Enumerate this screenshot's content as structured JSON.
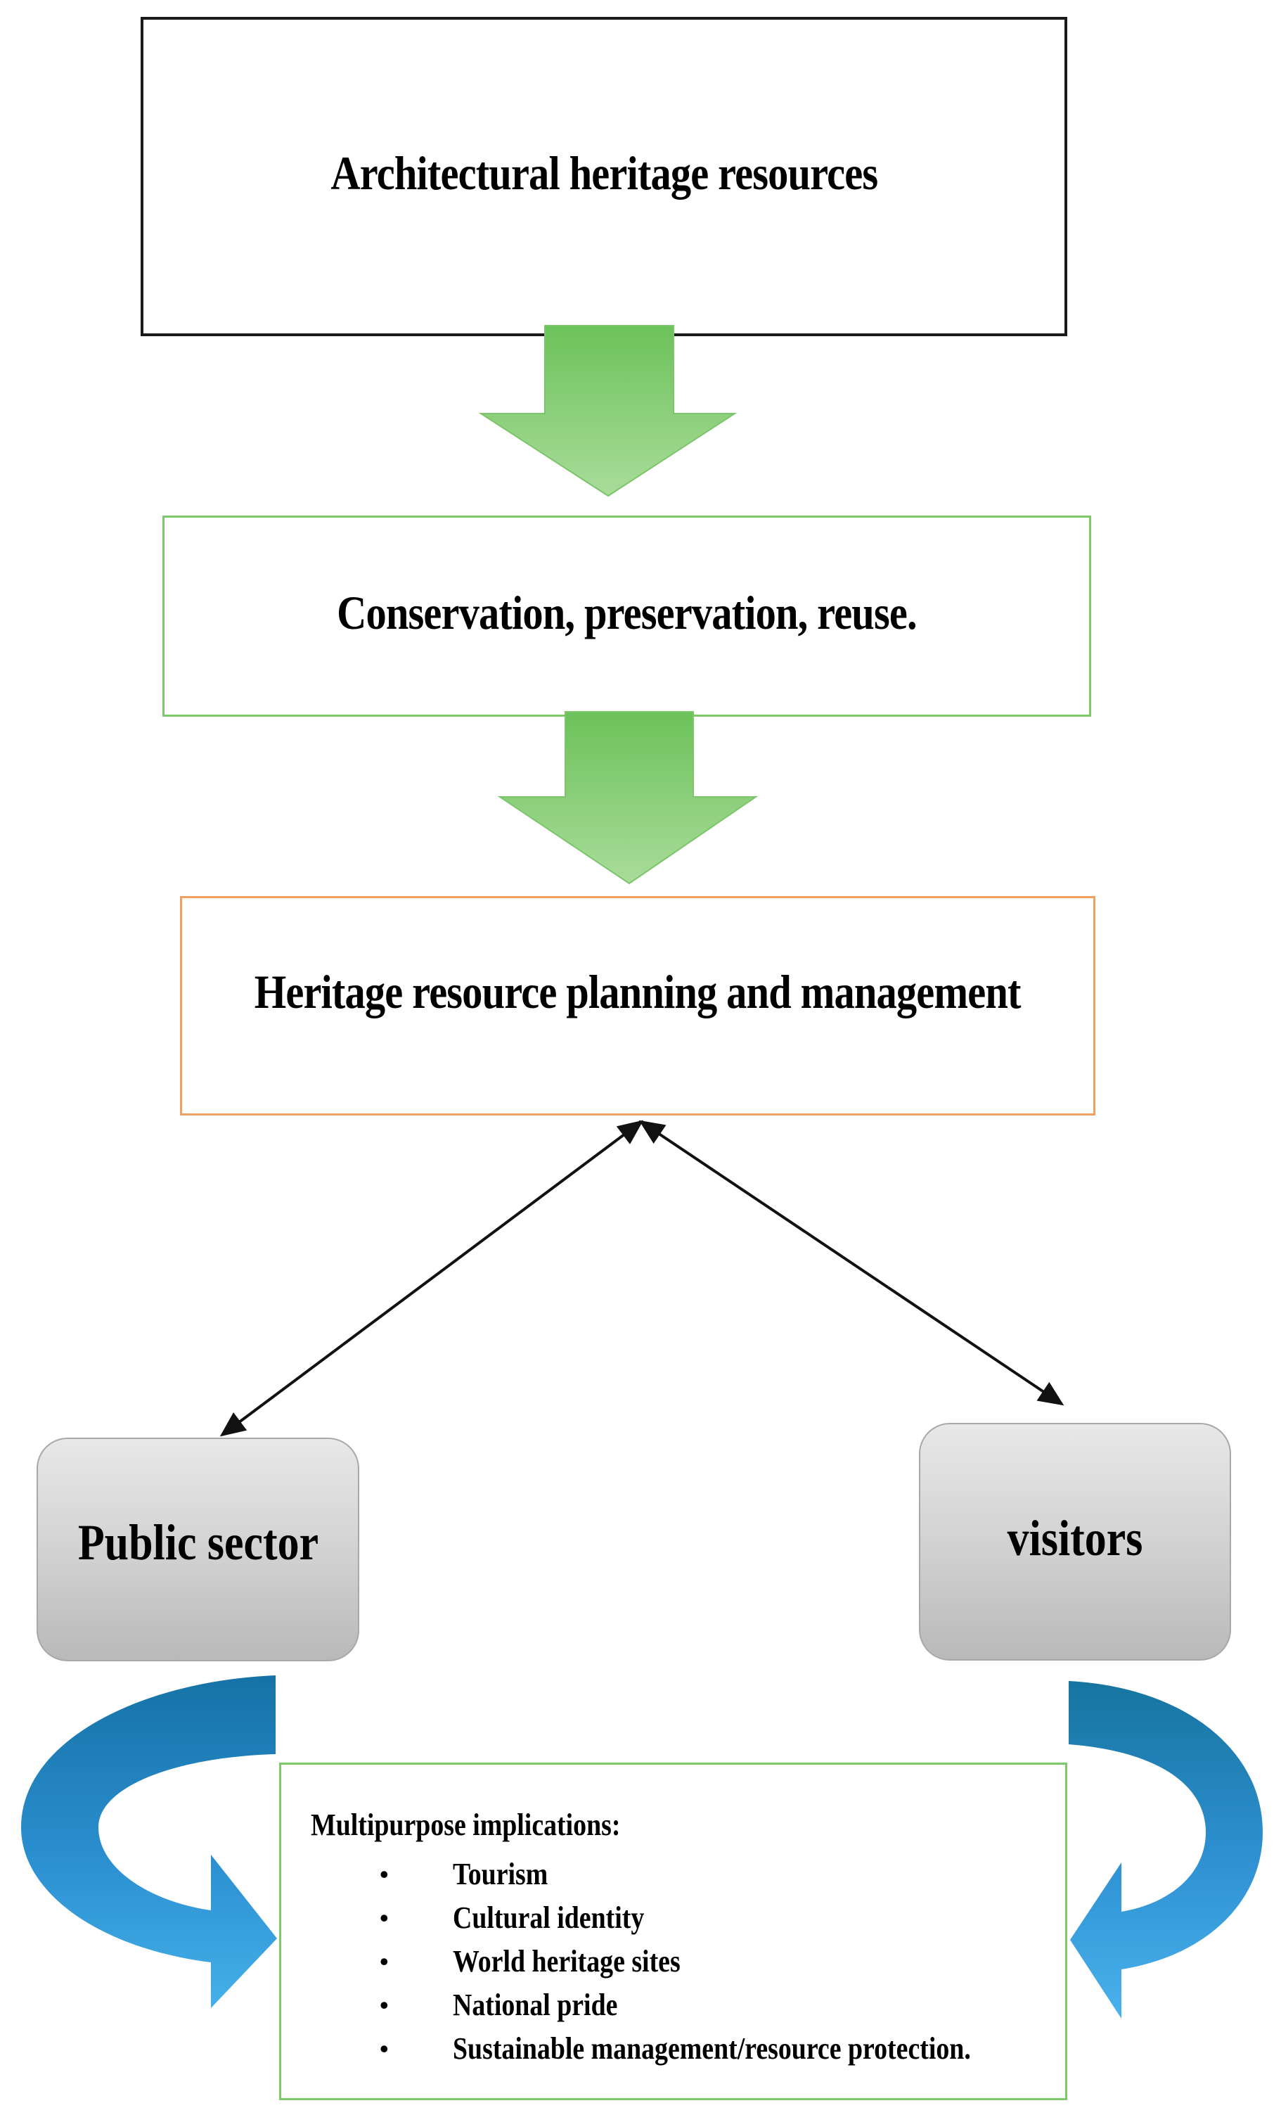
{
  "nodes": {
    "architectural": "Architectural heritage resources",
    "conservation": "Conservation, preservation, reuse.",
    "planning": "Heritage resource planning and management",
    "public_sector": "Public sector",
    "visitors": "visitors"
  },
  "implications": {
    "heading": "Multipurpose implications:",
    "bullet": "•",
    "items": [
      "Tourism",
      "Cultural identity",
      "World heritage sites",
      "National pride",
      "Sustainable  management/resource protection."
    ]
  },
  "colors": {
    "green_arrow": "#8fd07d",
    "green_border": "#7dc96a",
    "orange_border": "#f0a060",
    "blue_arrow": "#2b8fd0",
    "gray_box": "#d0d0d0"
  }
}
